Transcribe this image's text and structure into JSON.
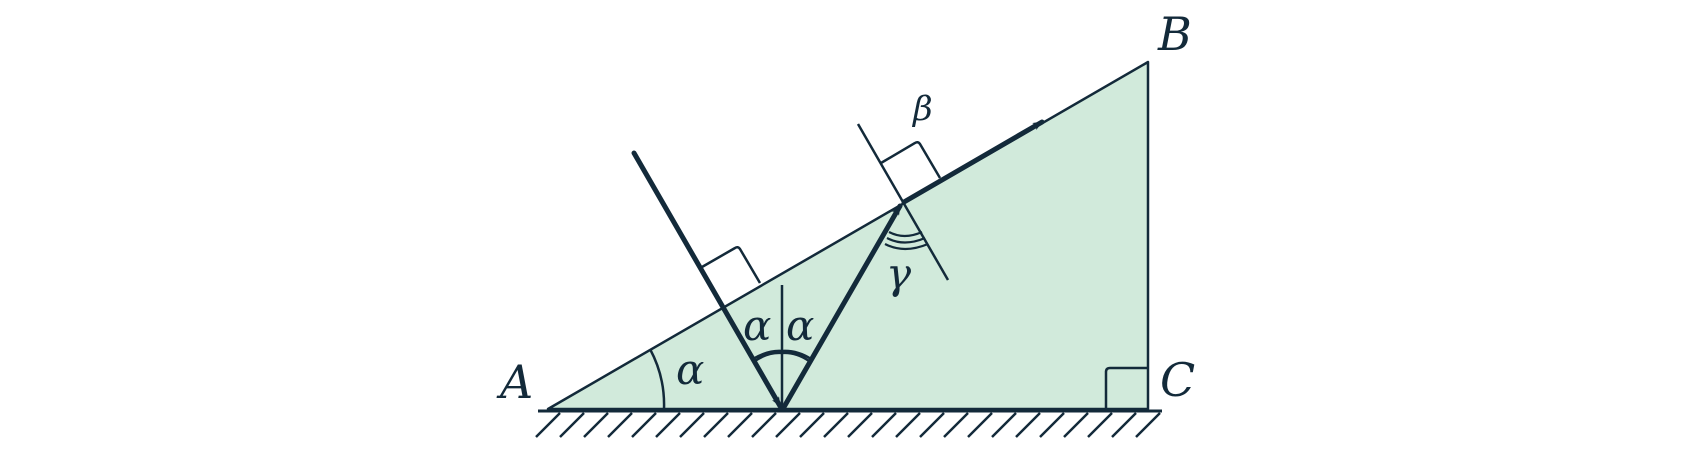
{
  "diagram": {
    "vertices": {
      "a": "A",
      "b": "B",
      "c": "C"
    },
    "angles": {
      "incline": "α",
      "incidence_left": "α",
      "incidence_right": "α",
      "beta": "β",
      "gamma": "γ"
    },
    "colors": {
      "fill": "#d1eadb",
      "stroke": "#132a3a",
      "background": "#ffffff"
    }
  }
}
